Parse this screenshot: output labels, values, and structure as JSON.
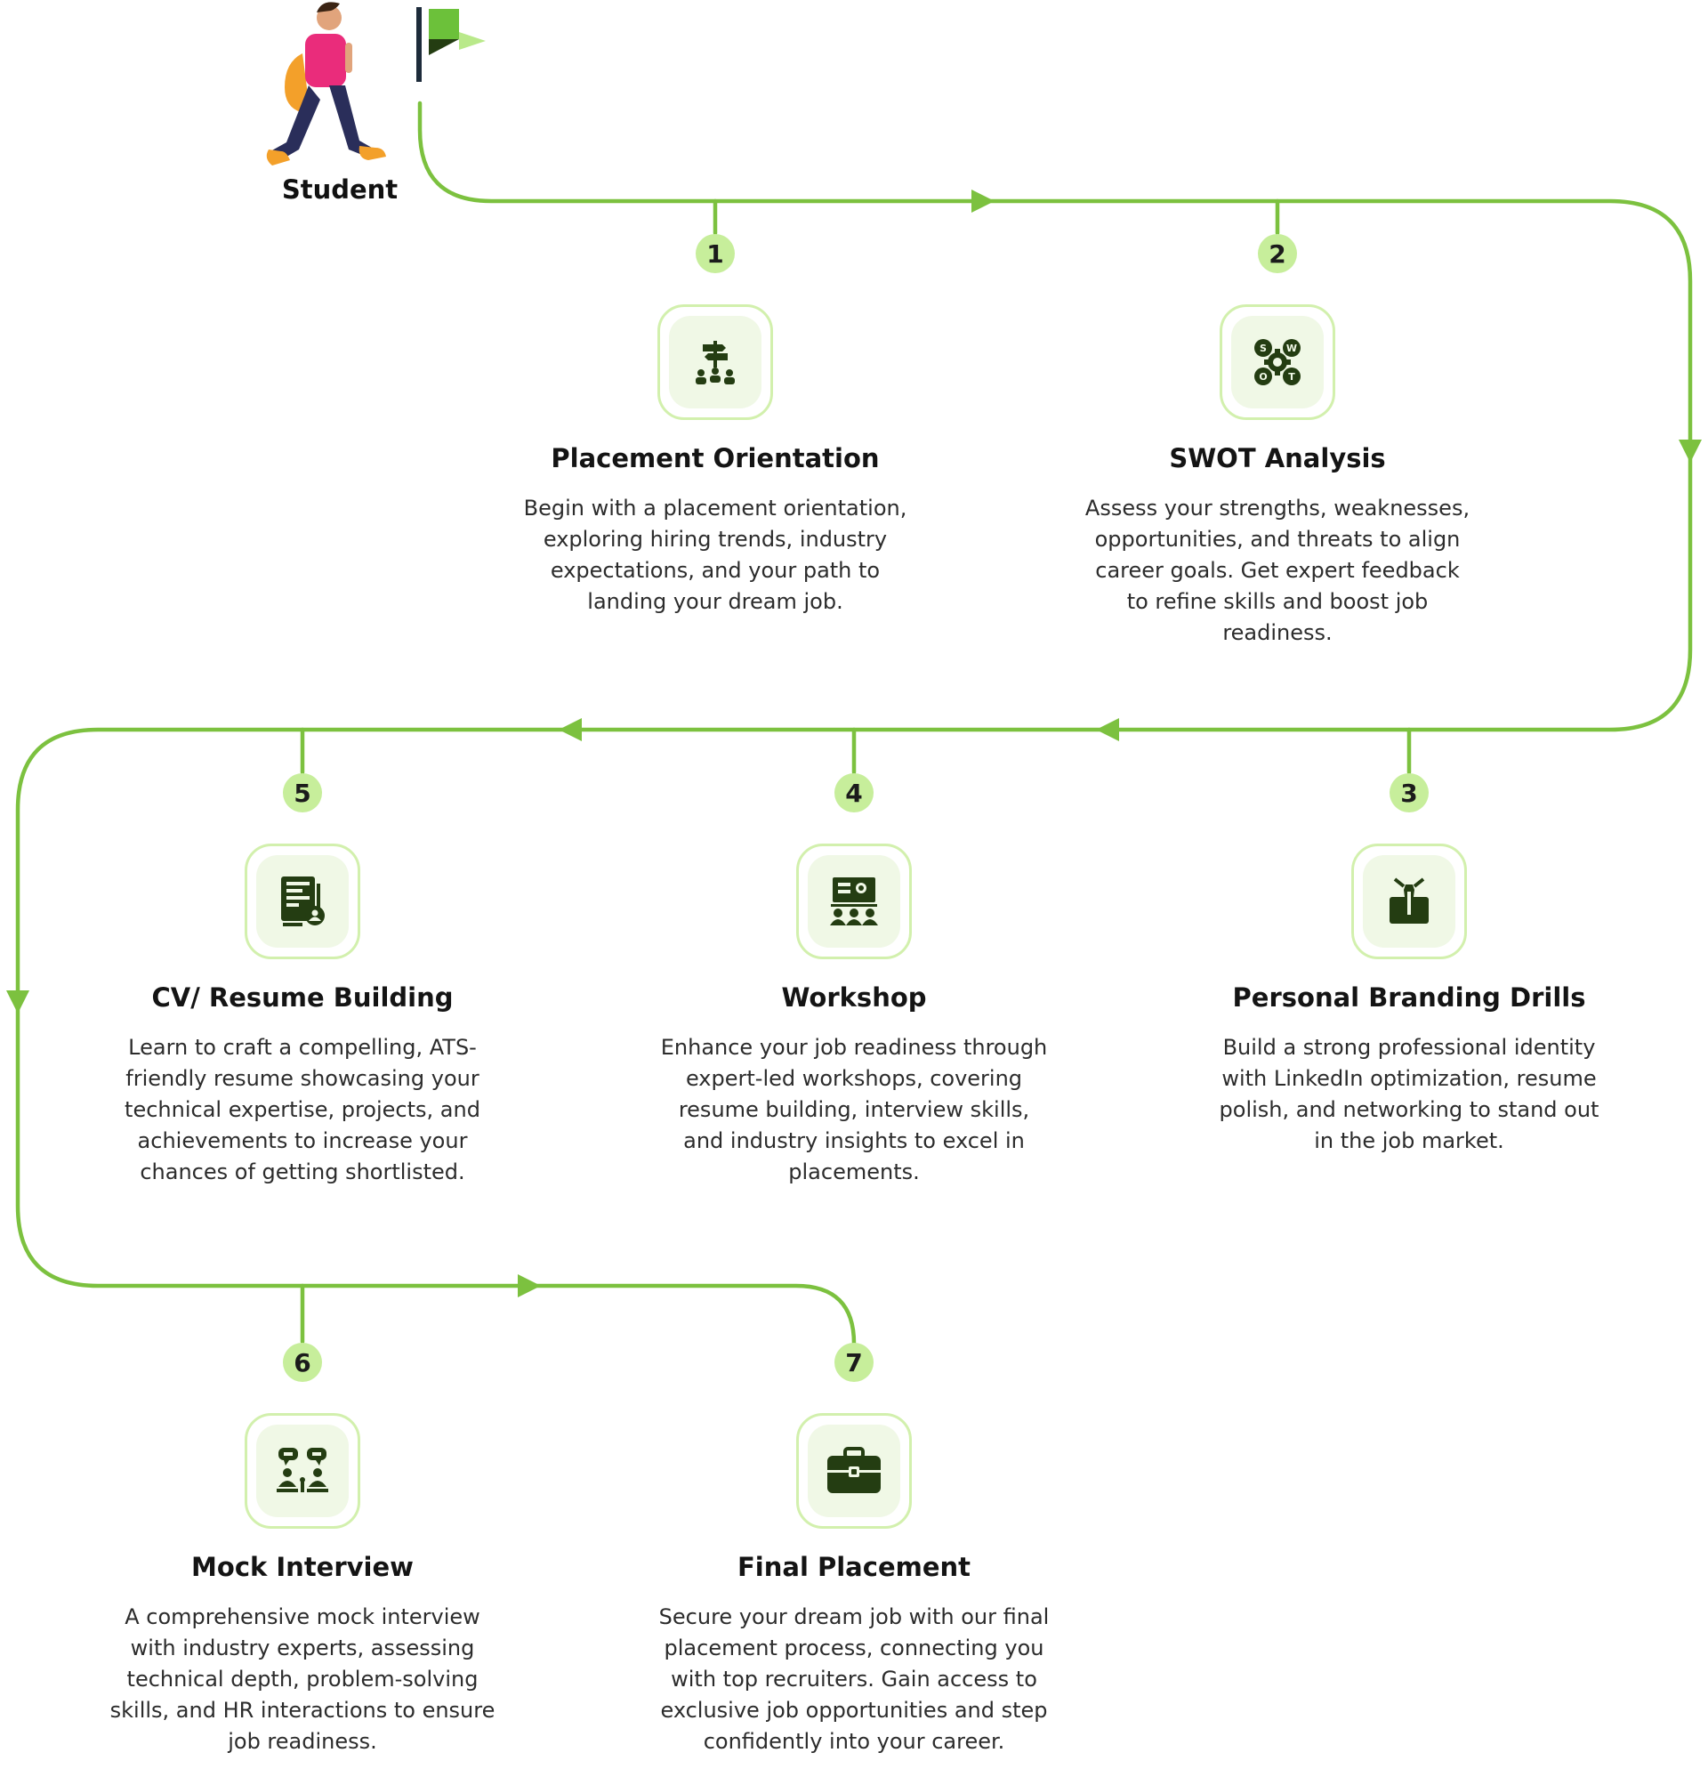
{
  "start": {
    "label": "Student"
  },
  "colors": {
    "path": "#7cc13f",
    "badge": "#c7ee9b",
    "icon": "#243d12",
    "icon_bg": "#f0f8e6",
    "icon_border": "#d2f0ad"
  },
  "steps": [
    {
      "number": "1",
      "title": "Placement Orientation",
      "icon": "signpost-people-icon",
      "description": "Begin with a placement orientation, exploring hiring trends, industry expectations, and your path to landing your dream job."
    },
    {
      "number": "2",
      "title": "SWOT Analysis",
      "icon": "swot-gear-icon",
      "description": "Assess your strengths, weaknesses, opportunities, and threats to align career goals. Get expert feedback to refine skills and boost job readiness."
    },
    {
      "number": "3",
      "title": "Personal Branding Drills",
      "icon": "personal-brand-icon",
      "description": "Build a strong professional identity with LinkedIn optimization, resume polish, and networking to stand out in the job market."
    },
    {
      "number": "4",
      "title": "Workshop",
      "icon": "workshop-presentation-icon",
      "description": "Enhance your job readiness through expert-led workshops, covering resume building, interview skills, and industry insights to excel in placements."
    },
    {
      "number": "5",
      "title": "CV/ Resume Building",
      "icon": "resume-document-icon",
      "description": "Learn to craft a compelling, ATS-friendly resume showcasing your technical expertise, projects, and achievements to increase your chances of getting shortlisted."
    },
    {
      "number": "6",
      "title": "Mock Interview",
      "icon": "interview-chat-icon",
      "description": "A comprehensive mock interview with industry experts, assessing technical depth, problem-solving skills, and HR interactions to ensure job readiness."
    },
    {
      "number": "7",
      "title": "Final Placement",
      "icon": "briefcase-icon",
      "description": "Secure your dream job with our final placement process, connecting you with top recruiters. Gain access to exclusive job opportunities and step confidently into your career."
    }
  ]
}
